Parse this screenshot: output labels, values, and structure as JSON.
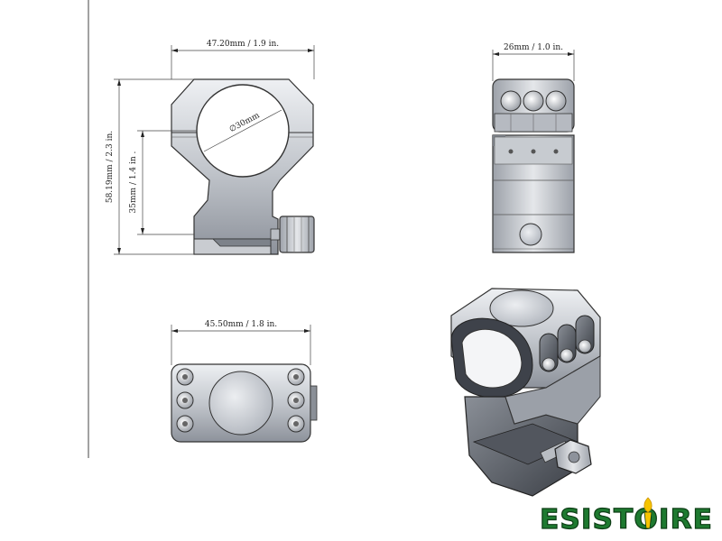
{
  "front_view": {
    "width_label": "47.20mm / 1.9 in.",
    "bore_label": "∅30mm",
    "height_label": "58.19mm / 2.3 in.",
    "center_height_label": "35mm / 1.4 in ."
  },
  "side_view": {
    "width_label": "26mm / 1.0 in."
  },
  "top_view": {
    "length_label": "45.50mm / 1.8 in."
  },
  "logo": {
    "text": "ESISTOIRE",
    "colors": {
      "text": "#1e7a30",
      "accent": "#f5c400",
      "outline": "#0d3d15"
    }
  },
  "colors": {
    "metal_light": "#d8dbe0",
    "metal_mid": "#a9aeb7",
    "metal_dark": "#5d626b",
    "line": "#333333"
  }
}
